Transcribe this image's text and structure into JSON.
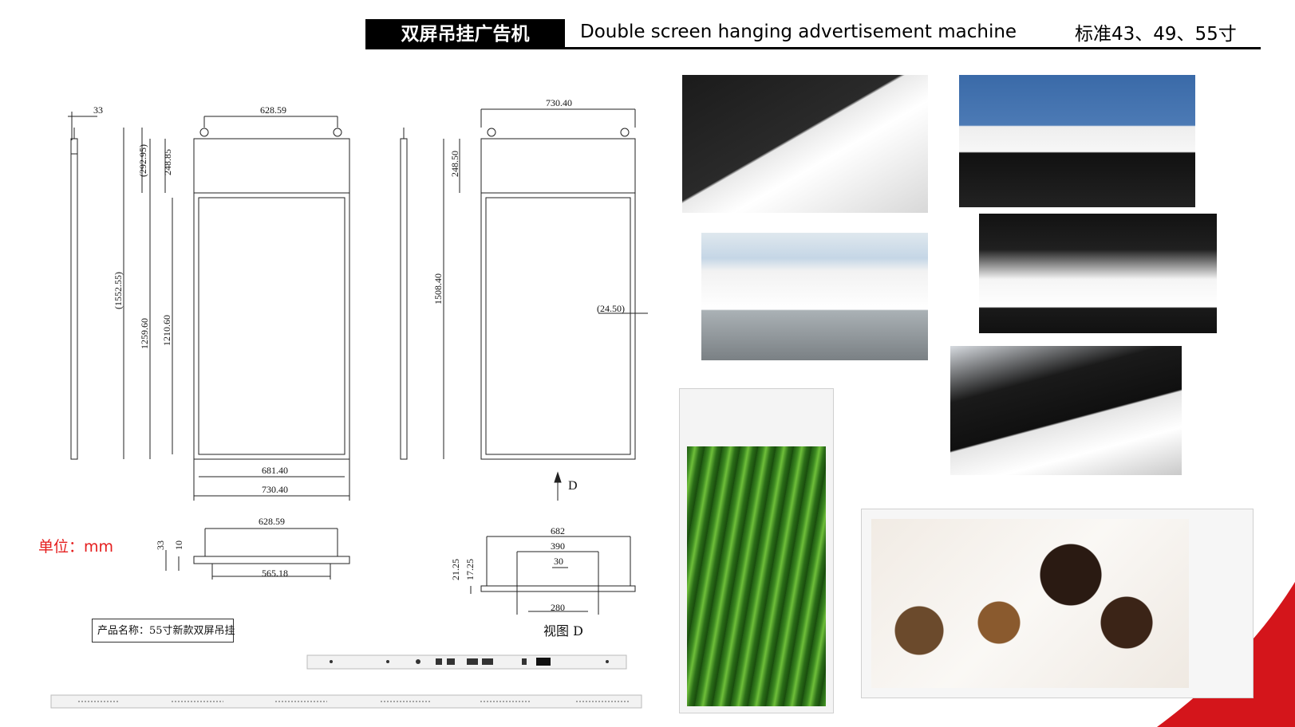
{
  "header": {
    "title_cn": "双屏吊挂广告机",
    "title_en": "Double screen hanging advertisement machine",
    "sizes": "标准43、49、55寸"
  },
  "unit_label": "单位：mm",
  "product_name": "产品名称：55寸新款双屏吊挂",
  "dimensions": {
    "side_depth": "33",
    "front_hook_span": "628.59",
    "front_total_height": "(1552.55)",
    "front_top_offset": "(292.95)",
    "front_header_height": "248.85",
    "front_body_height": "1259.60",
    "front_screen_height": "1210.60",
    "front_screen_width": "681.40",
    "front_total_width": "730.40",
    "back_top_width": "730.40",
    "back_header_height": "248.50",
    "back_total_height": "1508.40",
    "back_side_offset": "(24.50)",
    "view_arrow": "D",
    "top_hook_span": "628.59",
    "top_depth": "33",
    "top_thickness": "10",
    "top_inner_span": "565.18",
    "bottom_width": "682",
    "bottom_span_1": "390",
    "bottom_span_2": "30",
    "bottom_span_3": "280",
    "bottom_h1": "21.25",
    "bottom_h2": "17.25",
    "bottom_view_label": "视图 D"
  },
  "colors": {
    "accent_red": "#d4151b",
    "header_black": "#000000"
  }
}
